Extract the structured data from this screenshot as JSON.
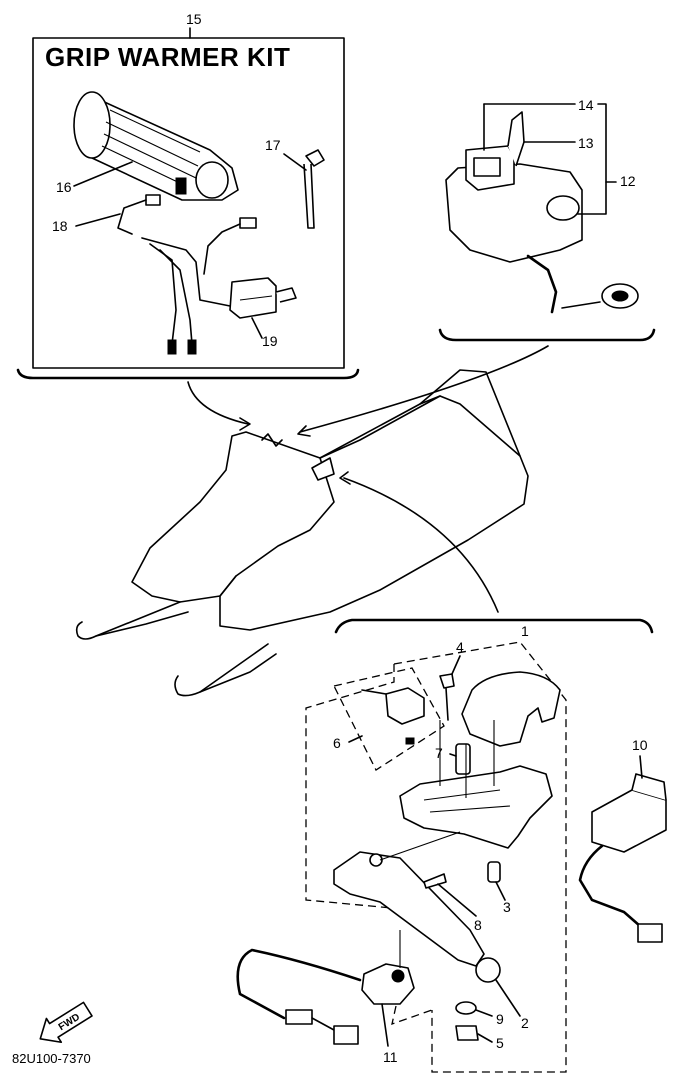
{
  "kit_title": "GRIP WARMER KIT",
  "diagram_code": "82U100-7370",
  "fwd_label": "FWD",
  "callouts": {
    "c1": "1",
    "c2": "2",
    "c3": "3",
    "c4": "4",
    "c5": "5",
    "c6": "6",
    "c7": "7",
    "c8": "8",
    "c9": "9",
    "c10": "10",
    "c11": "11",
    "c12": "12",
    "c13": "13",
    "c14": "14",
    "c15": "15",
    "c16": "16",
    "c17": "17",
    "c18": "18",
    "c19": "19"
  }
}
